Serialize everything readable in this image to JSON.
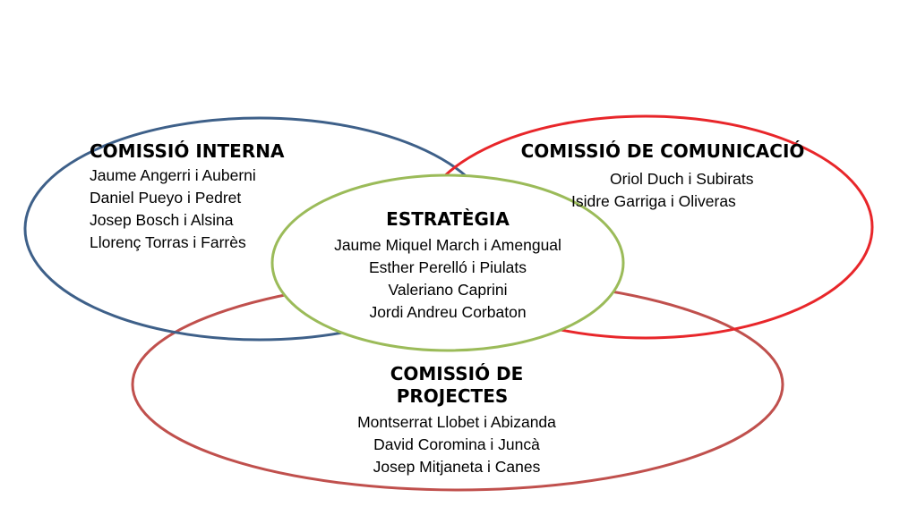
{
  "diagram": {
    "colors": {
      "interna": "#3e6089",
      "comunicacio": "#e8262a",
      "projectes": "#c0504d",
      "estrategia": "#9bbb59"
    },
    "groups": {
      "interna": {
        "title": "COMISSIÓ INTERNA",
        "members": [
          "Jaume Angerri i Auberni",
          "Daniel Pueyo i Pedret",
          "Josep Bosch i Alsina",
          "Llorenç Torras i Farrès"
        ]
      },
      "comunicacio": {
        "title": "COMISSIÓ DE COMUNICACIÓ",
        "members": [
          "Oriol Duch i Subirats",
          "Isidre Garriga i Oliveras"
        ]
      },
      "estrategia": {
        "title": "ESTRATÈGIA",
        "members": [
          "Jaume Miquel March i Amengual",
          "Esther Perelló i Piulats",
          "Valeriano Caprini",
          "Jordi Andreu Corbaton"
        ]
      },
      "projectes": {
        "title_line1": "COMISSIÓ DE",
        "title_line2": "PROJECTES",
        "members": [
          "Montserrat Llobet i Abizanda",
          "David Coromina i Juncà",
          "Josep Mitjaneta i Canes"
        ]
      }
    }
  }
}
